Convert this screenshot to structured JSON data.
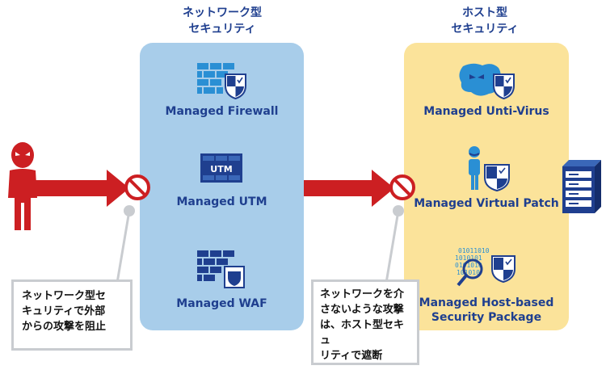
{
  "network": {
    "title_line1": "ネットワーク型",
    "title_line2": "セキュリティ",
    "items": [
      {
        "label": "Managed Firewall",
        "icon": "firewall-icon"
      },
      {
        "label": "Managed UTM",
        "icon": "utm-icon",
        "icon_text": "UTM"
      },
      {
        "label": "Managed WAF",
        "icon": "waf-icon"
      }
    ],
    "note_lines": [
      "ネットワーク型セ",
      "キュリティで外部",
      "からの攻撃を阻止"
    ],
    "color": "#a8cdea"
  },
  "host": {
    "title_line1": "ホスト型",
    "title_line2": "セキュリティ",
    "items": [
      {
        "label": "Managed Unti-Virus",
        "icon": "virus-icon"
      },
      {
        "label": "Managed Virtual Patch",
        "icon": "person-patch-icon"
      },
      {
        "label_line1": "Managed Host-based",
        "label_line2": "Security Package",
        "icon": "binary-magnifier-icon"
      }
    ],
    "note_lines": [
      "ネットワークを介",
      "さないような攻撃",
      "は、ホスト型セキュ",
      "リティで遮断"
    ],
    "color": "#fbe39a"
  },
  "colors": {
    "accent_red": "#cc1f22",
    "navy": "#1f3f8f",
    "brick_blue": "#2a5aa8"
  }
}
